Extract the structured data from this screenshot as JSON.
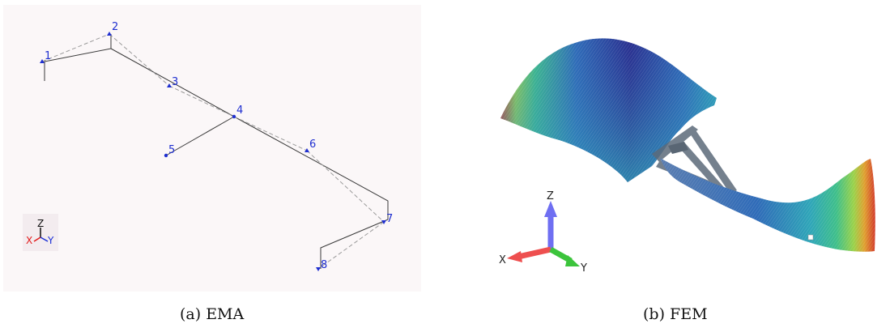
{
  "figures": [
    {
      "id": "a",
      "caption": "(a) EMA",
      "panel_background": "#fbf7f8",
      "nodes": [
        {
          "label": "1"
        },
        {
          "label": "2"
        },
        {
          "label": "3"
        },
        {
          "label": "4"
        },
        {
          "label": "5"
        },
        {
          "label": "6"
        },
        {
          "label": "7"
        },
        {
          "label": "8"
        }
      ],
      "triad": {
        "axes": [
          "Z",
          "X",
          "Y"
        ],
        "colors": {
          "Z": "#111111",
          "X": "#e21b1b",
          "Y": "#1b2fd6"
        }
      },
      "colors": {
        "undeformed": "#3a3a3a",
        "deformed": "#9a9a9a",
        "node": "#1f2fd0"
      }
    },
    {
      "id": "b",
      "caption": "(b) FEM",
      "triad": {
        "axes": [
          "Z",
          "X",
          "Y"
        ],
        "colors": {
          "Z": "#6f6ff2",
          "X": "#ee4f4f",
          "Y": "#3cc43c"
        }
      },
      "colormap": [
        "#2a2f8f",
        "#2f6bb8",
        "#2fa6b8",
        "#3fbf8a",
        "#9ad24a",
        "#e0a030",
        "#d23a2a"
      ]
    }
  ]
}
